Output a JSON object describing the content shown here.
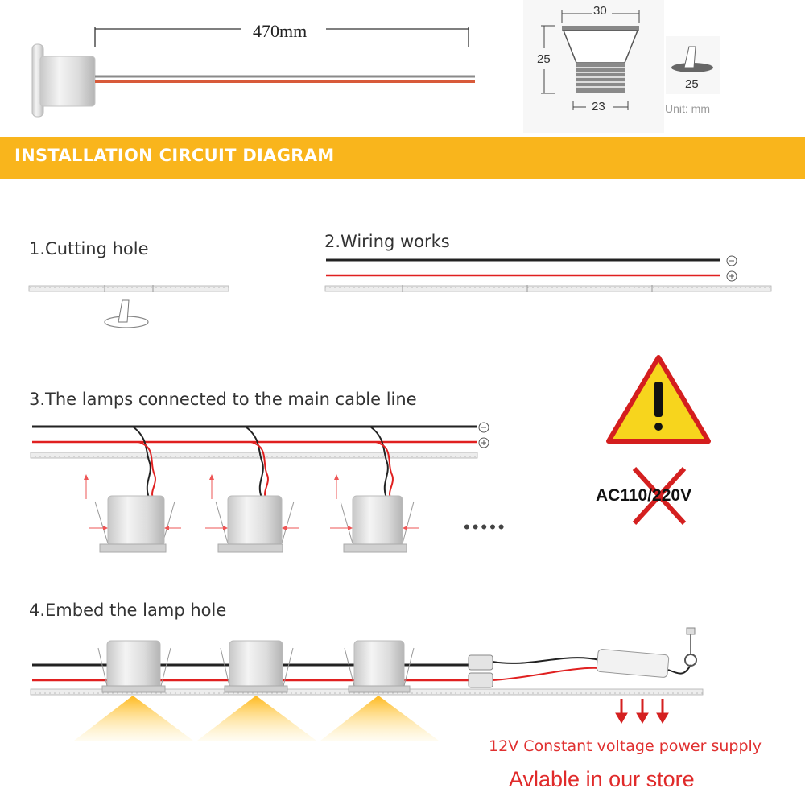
{
  "header": {
    "cable_length": "470mm",
    "dimensions": {
      "top_width": "30",
      "height": "25",
      "bottom_width": "23",
      "hole_diameter": "25",
      "unit": "Unit: mm"
    }
  },
  "banner": {
    "title": "INSTALLATION CIRCUIT DIAGRAM"
  },
  "steps": [
    {
      "label": "1.Cutting hole"
    },
    {
      "label": "2.Wiring works"
    },
    {
      "label": "3.The lamps connected to the main cable line"
    },
    {
      "label": "4.Embed the lamp hole"
    }
  ],
  "warning": {
    "crossed_voltage": "AC110/220V"
  },
  "continuation": "•••••",
  "power_supply": {
    "label": "12V Constant voltage power supply"
  },
  "footer": {
    "store_note": "Avlable in our store"
  },
  "colors": {
    "banner": "#f9b51c",
    "wire_red": "#e02020",
    "wire_black": "#222222",
    "light": "#ffc93a",
    "warning_yellow": "#f7d51d",
    "cross_red": "#d42020"
  }
}
